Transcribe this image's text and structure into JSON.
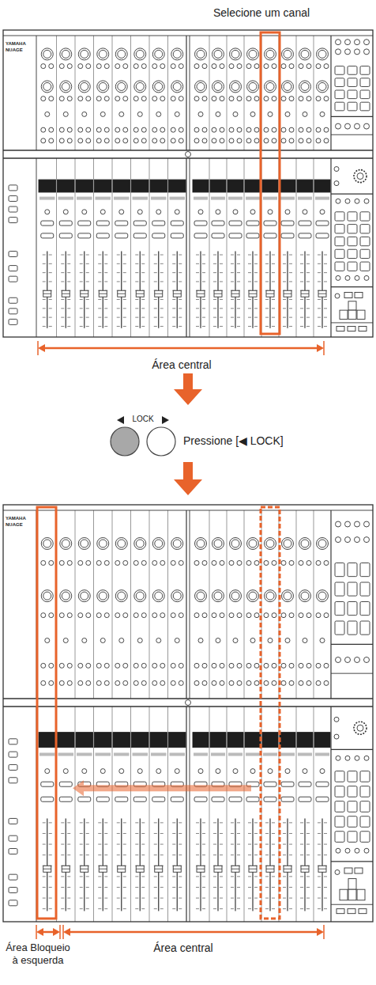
{
  "diagram": {
    "labels": [
      "Selecione um canal",
      "YAMAHA",
      "NUAGE",
      "Área central",
      "LOCK",
      "Pressione [◀ LOCK]",
      "YAMAHA",
      "NUAGE",
      "Área Bloqueio à esquerda",
      "Área central"
    ]
  }
}
